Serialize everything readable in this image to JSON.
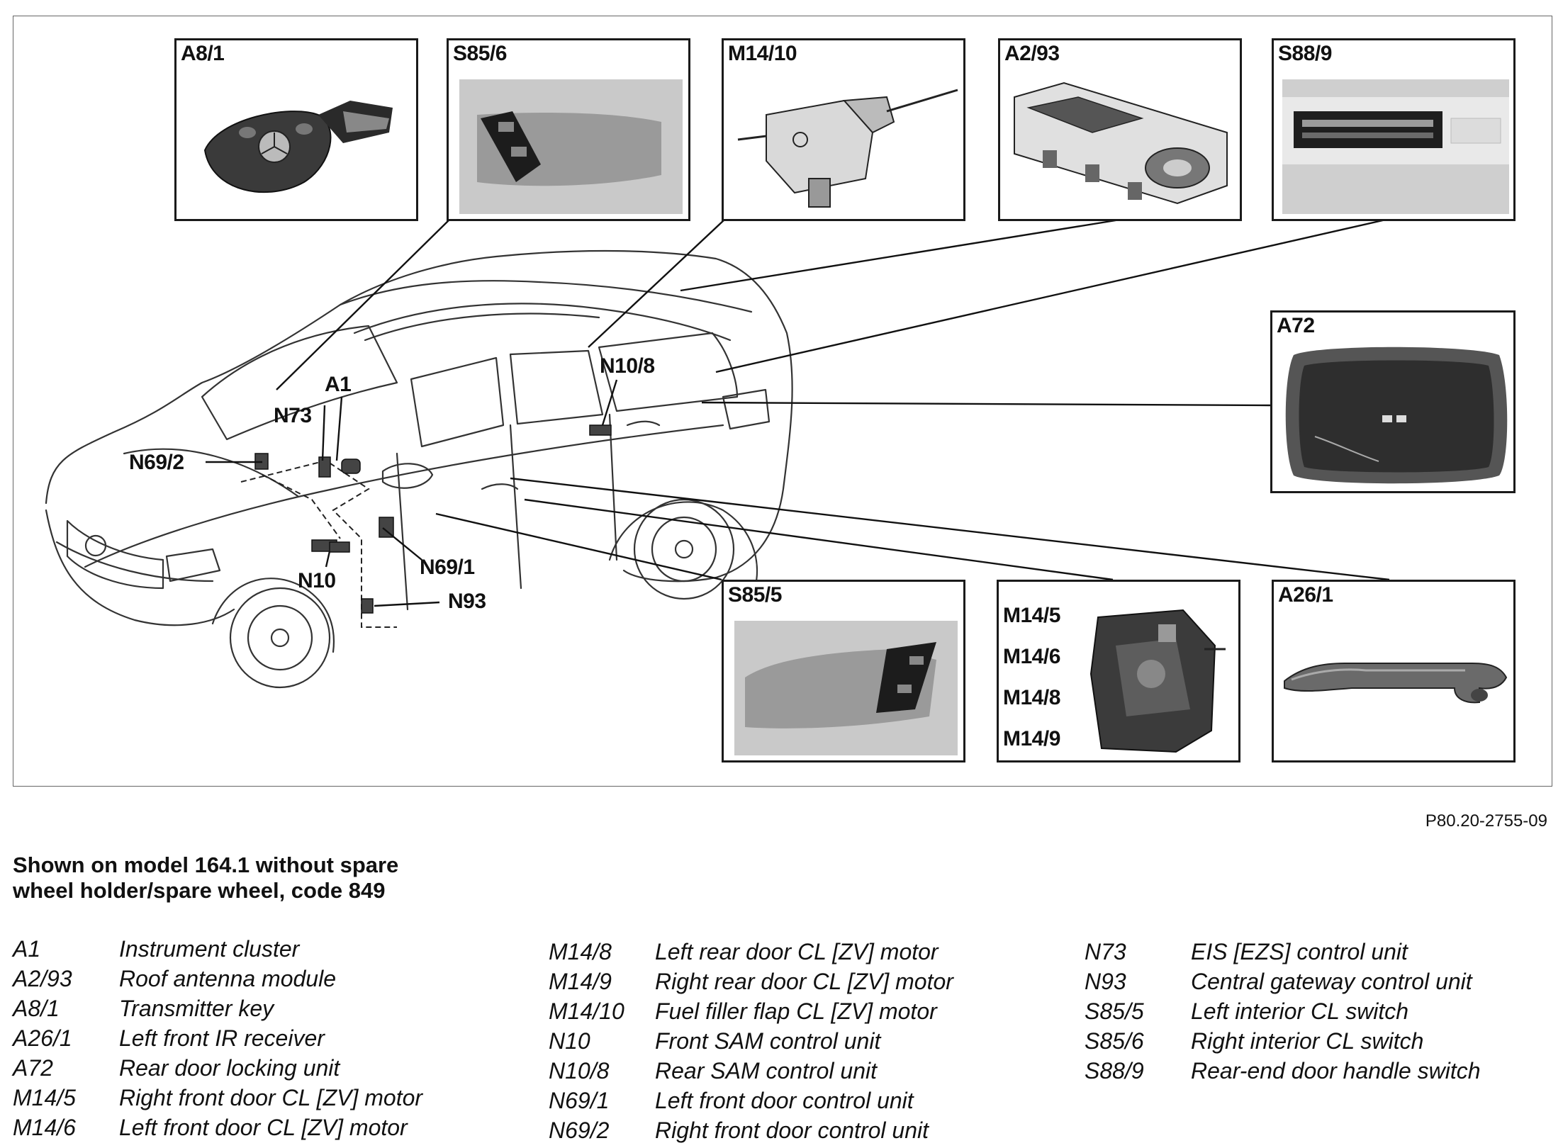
{
  "figure_code": "P80.20-2755-09",
  "caption_lines": [
    "Shown on model 164.1 without spare",
    "wheel holder/spare wheel, code 849"
  ],
  "panels": {
    "a8_1": [
      "A8/1"
    ],
    "s85_6": [
      "S85/6"
    ],
    "m14_10": [
      "M14/10"
    ],
    "a2_93": [
      "A2/93"
    ],
    "s88_9": [
      "S88/9"
    ],
    "a72": [
      "A72"
    ],
    "s85_5": [
      "S85/5"
    ],
    "m14_group": [
      "M14/5",
      "M14/6",
      "M14/8",
      "M14/9"
    ],
    "a26_1": [
      "A26/1"
    ]
  },
  "callouts": {
    "a1": "A1",
    "n73": "N73",
    "n69_2": "N69/2",
    "n10_8": "N10/8",
    "n69_1": "N69/1",
    "n10": "N10",
    "n93": "N93"
  },
  "legend": {
    "col1": [
      {
        "code": "A1",
        "desc": "Instrument cluster"
      },
      {
        "code": "A2/93",
        "desc": "Roof antenna module"
      },
      {
        "code": "A8/1",
        "desc": "Transmitter key"
      },
      {
        "code": "A26/1",
        "desc": "Left front IR receiver"
      },
      {
        "code": "A72",
        "desc": "Rear door locking unit"
      },
      {
        "code": "M14/5",
        "desc": "Right front door CL [ZV] motor"
      },
      {
        "code": "M14/6",
        "desc": "Left front door CL [ZV] motor"
      }
    ],
    "col2": [
      {
        "code": "M14/8",
        "desc": "Left rear door CL [ZV] motor"
      },
      {
        "code": "M14/9",
        "desc": "Right rear door CL [ZV] motor"
      },
      {
        "code": "M14/10",
        "desc": "Fuel filler flap CL [ZV] motor"
      },
      {
        "code": "N10",
        "desc": "Front SAM control unit"
      },
      {
        "code": "N10/8",
        "desc": "Rear SAM control unit"
      },
      {
        "code": "N69/1",
        "desc": "Left front door control unit"
      },
      {
        "code": "N69/2",
        "desc": "Right front door control unit"
      }
    ],
    "col3": [
      {
        "code": "N73",
        "desc": "EIS [EZS] control unit"
      },
      {
        "code": "N93",
        "desc": "Central gateway control unit"
      },
      {
        "code": "S85/5",
        "desc": "Left interior CL switch"
      },
      {
        "code": "S85/6",
        "desc": "Right interior CL switch"
      },
      {
        "code": "S88/9",
        "desc": "Rear-end door handle switch"
      }
    ]
  }
}
